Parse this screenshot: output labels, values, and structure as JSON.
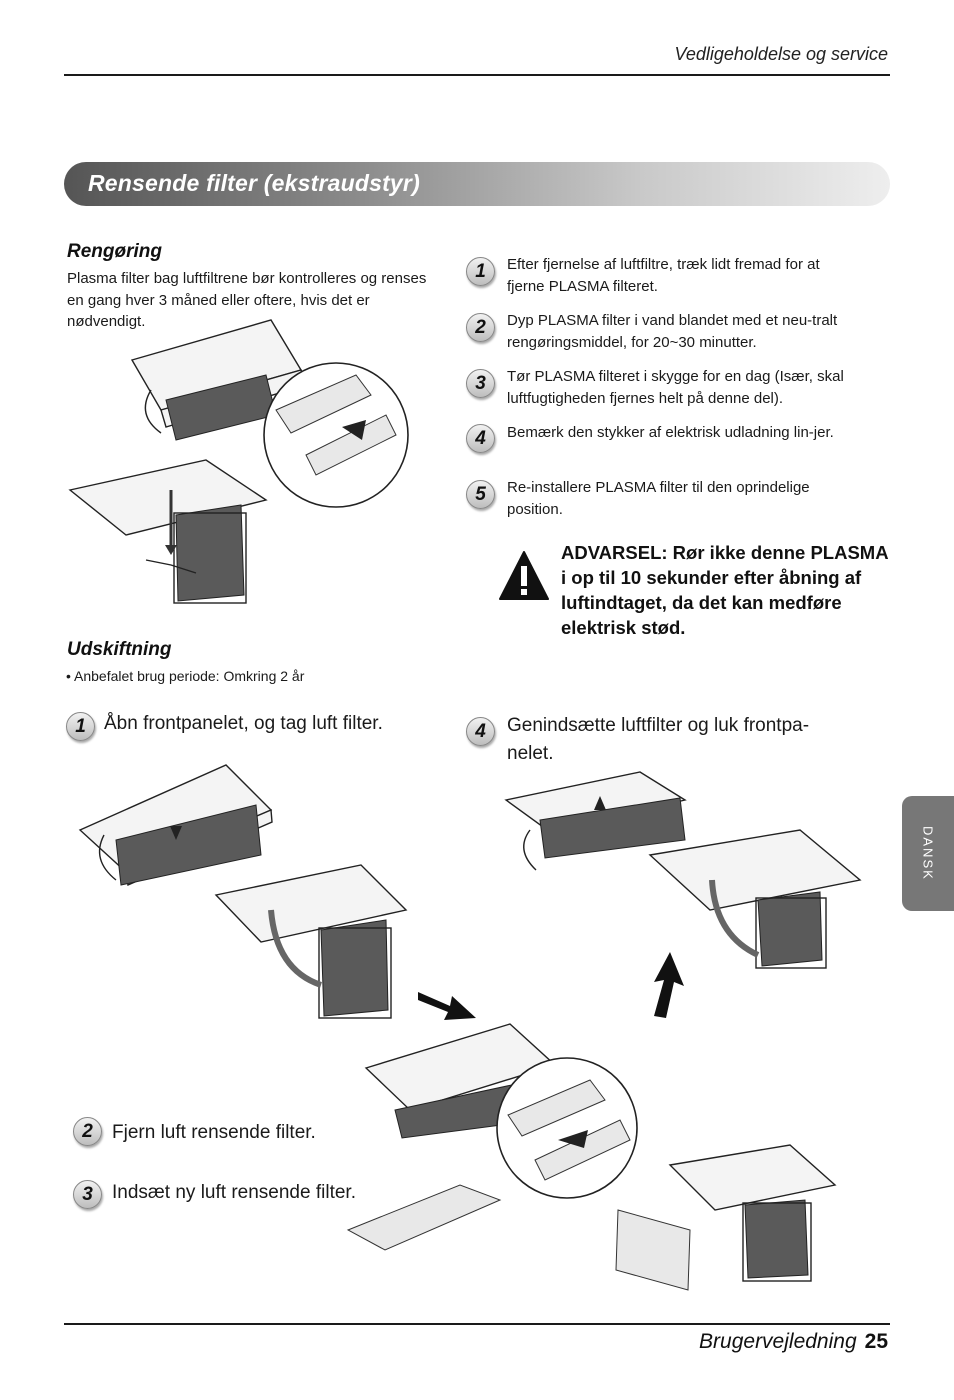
{
  "header": {
    "title": "Vedligeholdelse og service"
  },
  "banner": {
    "title": "Rensende filter (ekstraudstyr)"
  },
  "cleaning": {
    "heading": "Rengøring",
    "text": "Plasma filter bag luftfiltrene bør kontrolleres og renses en gang hver 3 måned eller oftere, hvis det er nødvendigt."
  },
  "steps": [
    {
      "num": "1",
      "text": "Efter fjernelse af luftfiltre, træk lidt fremad for at fjerne PLASMA filteret."
    },
    {
      "num": "2",
      "text": "Dyp PLASMA filter i vand blandet med et neu-tralt rengøringsmiddel, for 20~30 minutter."
    },
    {
      "num": "3",
      "text": "Tør PLASMA filteret i skygge for en dag (Især, skal luftfugtigheden fjernes helt på denne del)."
    },
    {
      "num": "4",
      "text": "Bemærk den stykker af elektrisk udladning lin-jer."
    },
    {
      "num": "5",
      "text": "Re-installere PLASMA filter til den oprindelige position."
    }
  ],
  "warning": {
    "text": "ADVARSEL: Rør ikke denne PLASMA i op til 10 sekunder efter åbning af luftindtaget, da det kan medføre elektrisk stød."
  },
  "replacement": {
    "heading": "Udskiftning",
    "bullet": "• Anbefalet brug periode: Omkring 2 år",
    "steps": [
      {
        "num": "1",
        "text": "Åbn frontpanelet, og tag luft filter."
      },
      {
        "num": "2",
        "text": "Fjern luft rensende filter."
      },
      {
        "num": "3",
        "text": "Indsæt ny luft rensende filter."
      },
      {
        "num": "4",
        "text": "Genindsætte luftfilter og luk frontpa-nelet."
      }
    ]
  },
  "side_tab": {
    "label": "DANSK"
  },
  "footer": {
    "label": "Brugervejledning",
    "page": "25"
  }
}
